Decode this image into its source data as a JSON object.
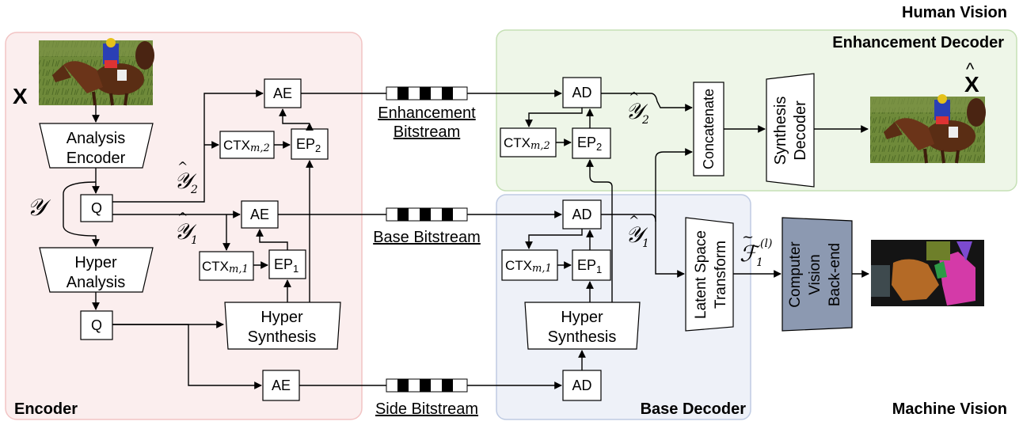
{
  "regions": {
    "encoder": "Encoder",
    "enhancement_decoder": "Enhancement Decoder",
    "base_decoder": "Base Decoder",
    "human_vision": "Human Vision",
    "machine_vision": "Machine Vision"
  },
  "encoder": {
    "input_label": "X",
    "analysis_encoder": [
      "Analysis",
      "Encoder"
    ],
    "latent_label": "𝒴",
    "q_top": "Q",
    "hyper_analysis": [
      "Hyper",
      "Analysis"
    ],
    "q_bottom": "Q",
    "hyper_synthesis": [
      "Hyper",
      "Synthesis"
    ],
    "ae_enh": "AE",
    "ae_base": "AE",
    "ae_side": "AE",
    "ctx2": "CTX",
    "ctx2_sub": "m,2",
    "ep2": "EP",
    "ep2_sub": "2",
    "ctx1": "CTX",
    "ctx1_sub": "m,1",
    "ep1": "EP",
    "ep1_sub": "1",
    "y2_label": "𝒴",
    "y2_sub": "2",
    "y1_label": "𝒴",
    "y1_sub": "1"
  },
  "bitstreams": {
    "enhancement": [
      "Enhancement",
      "Bitstream"
    ],
    "base": "Base Bitstream",
    "side": "Side Bitstream"
  },
  "enhancement_decoder": {
    "ad": "AD",
    "ctx": "CTX",
    "ctx_sub": "m,2",
    "ep": "EP",
    "ep_sub": "2",
    "y2_label": "𝒴",
    "y2_sub": "2",
    "concatenate": "Concatenate",
    "synthesis_decoder": [
      "Synthesis",
      "Decoder"
    ],
    "output_label": "X"
  },
  "base_decoder": {
    "ad_base": "AD",
    "ctx": "CTX",
    "ctx_sub": "m,1",
    "ep": "EP",
    "ep_sub": "1",
    "y1_label": "𝒴",
    "y1_sub": "1",
    "hyper_synthesis": [
      "Hyper",
      "Synthesis"
    ],
    "ad_side": "AD",
    "latent_transform": [
      "Latent Space",
      "Transform"
    ]
  },
  "machine": {
    "feature_label": "ℱ",
    "feature_sub": "1",
    "feature_sup": "(l)",
    "backend": [
      "Computer",
      "Vision",
      "Back-end"
    ]
  },
  "colors": {
    "encoder_bg": "#fbeeee",
    "encoder_border": "#f2c4c4",
    "enh_bg": "#eef6e8",
    "enh_border": "#c5e0b5",
    "base_bg": "#eef1f8",
    "base_border": "#bfcbe3",
    "backend_fill": "#8c99b1"
  },
  "icons": [
    "horse-photo-input",
    "horse-photo-output",
    "segmentation-map"
  ]
}
